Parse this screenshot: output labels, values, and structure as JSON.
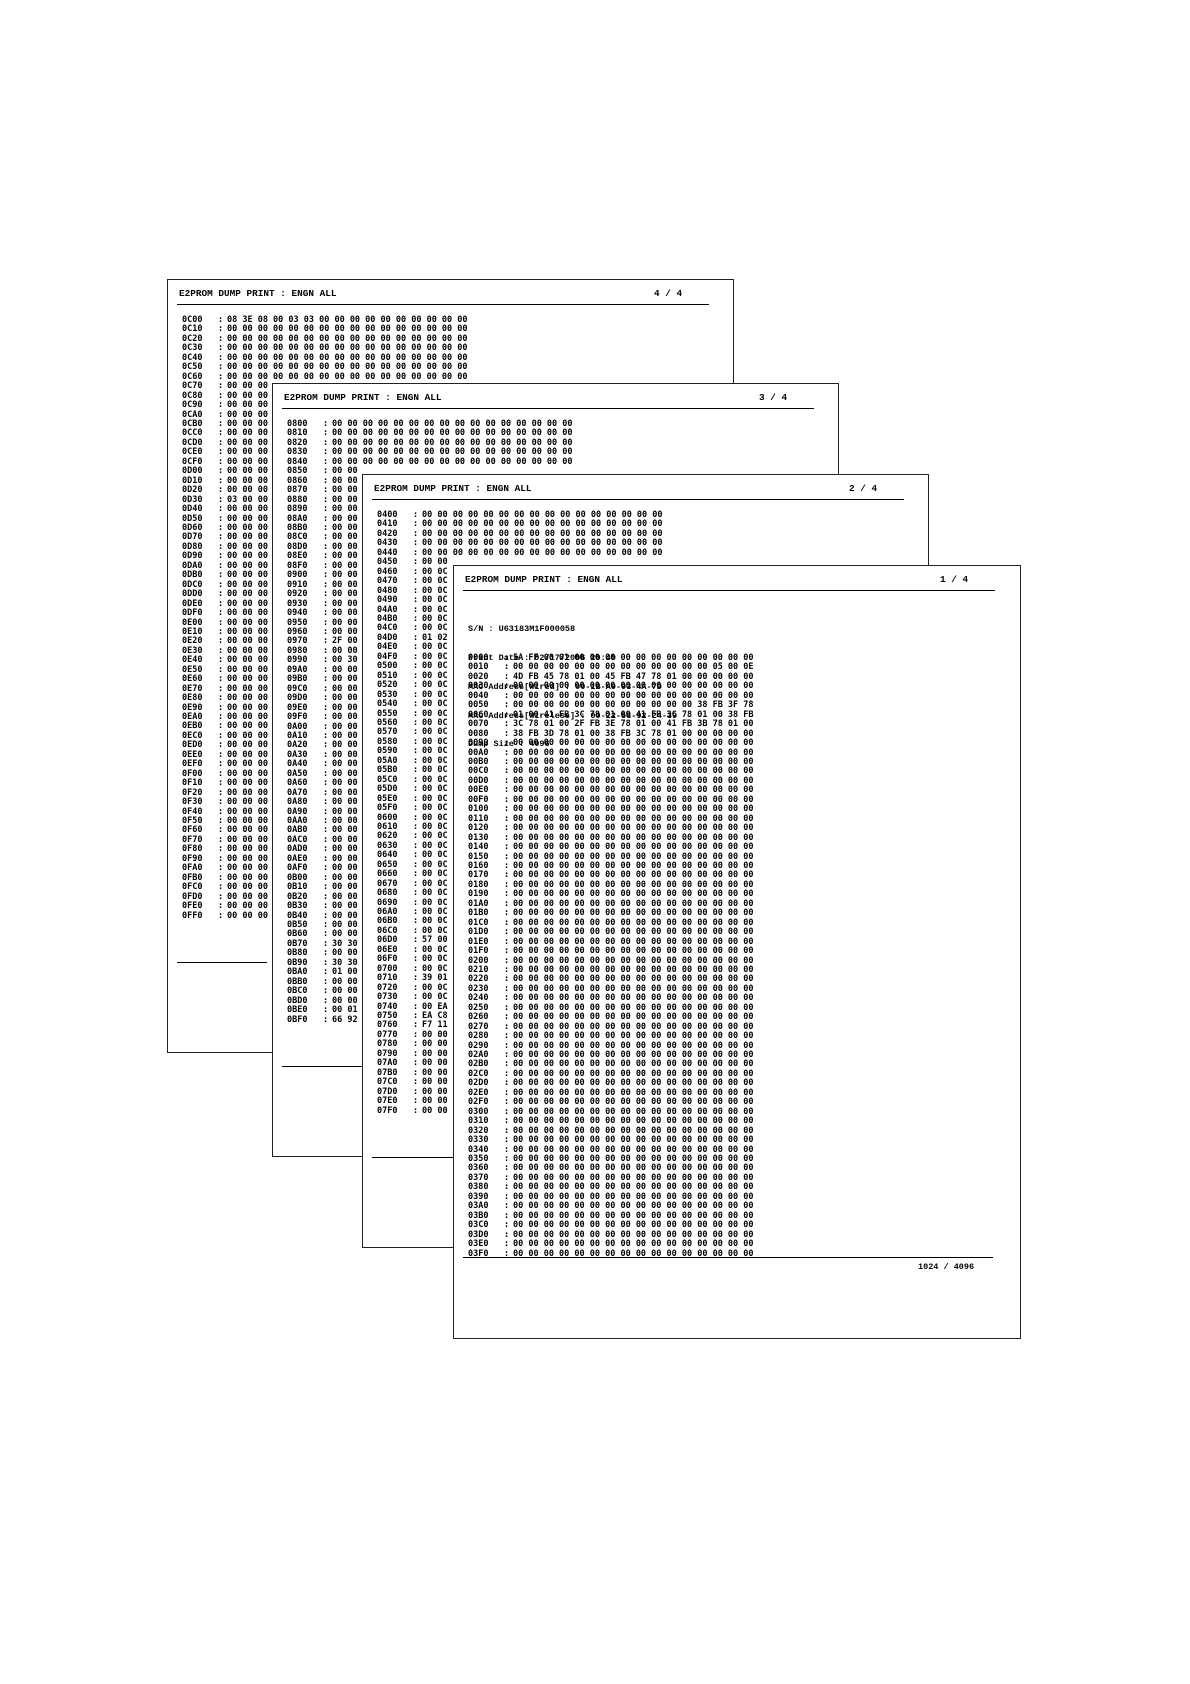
{
  "pages": [
    {
      "id": "sheet-4",
      "title": "E2PROM DUMP PRINT : ENGN ALL",
      "page_no": "4 / 4",
      "rows": [
        [
          "0C00",
          "08 3E 08 00 03 03 00 00 00 00 00 00 00 00 00 00"
        ],
        [
          "0C10",
          "00 00 00 00 00 00 00 00 00 00 00 00 00 00 00 00"
        ],
        [
          "0C20",
          "00 00 00 00 00 00 00 00 00 00 00 00 00 00 00 00"
        ],
        [
          "0C30",
          "00 00 00 00 00 00 00 00 00 00 00 00 00 00 00 00"
        ],
        [
          "0C40",
          "00 00 00 00 00 00 00 00 00 00 00 00 00 00 00 00"
        ],
        [
          "0C50",
          "00 00 00 00 00 00 00 00 00 00 00 00 00 00 00 00"
        ],
        [
          "0C60",
          "00 00 00 00 00 00 00 00 00 00 00 00 00 00 00 00"
        ],
        [
          "0C70",
          "00 00 00"
        ],
        [
          "0C80",
          "00 00 00"
        ],
        [
          "0C90",
          "00 00 00"
        ],
        [
          "0CA0",
          "00 00 00"
        ],
        [
          "0CB0",
          "00 00 00"
        ],
        [
          "0CC0",
          "00 00 00"
        ],
        [
          "0CD0",
          "00 00 00"
        ],
        [
          "0CE0",
          "00 00 00"
        ],
        [
          "0CF0",
          "00 00 00"
        ],
        [
          "0D00",
          "00 00 00"
        ],
        [
          "0D10",
          "00 00 00"
        ],
        [
          "0D20",
          "00 00 00"
        ],
        [
          "0D30",
          "03 00 00"
        ],
        [
          "0D40",
          "00 00 00"
        ],
        [
          "0D50",
          "00 00 00"
        ],
        [
          "0D60",
          "00 00 00"
        ],
        [
          "0D70",
          "00 00 00"
        ],
        [
          "0D80",
          "00 00 00"
        ],
        [
          "0D90",
          "00 00 00"
        ],
        [
          "0DA0",
          "00 00 00"
        ],
        [
          "0DB0",
          "00 00 00"
        ],
        [
          "0DC0",
          "00 00 00"
        ],
        [
          "0DD0",
          "00 00 00"
        ],
        [
          "0DE0",
          "00 00 00"
        ],
        [
          "0DF0",
          "00 00 00"
        ],
        [
          "0E00",
          "00 00 00"
        ],
        [
          "0E10",
          "00 00 00"
        ],
        [
          "0E20",
          "00 00 00"
        ],
        [
          "0E30",
          "00 00 00"
        ],
        [
          "0E40",
          "00 00 00"
        ],
        [
          "0E50",
          "00 00 00"
        ],
        [
          "0E60",
          "00 00 00"
        ],
        [
          "0E70",
          "00 00 00"
        ],
        [
          "0E80",
          "00 00 00"
        ],
        [
          "0E90",
          "00 00 00"
        ],
        [
          "0EA0",
          "00 00 00"
        ],
        [
          "0EB0",
          "00 00 00"
        ],
        [
          "0EC0",
          "00 00 00"
        ],
        [
          "0ED0",
          "00 00 00"
        ],
        [
          "0EE0",
          "00 00 00"
        ],
        [
          "0EF0",
          "00 00 00"
        ],
        [
          "0F00",
          "00 00 00"
        ],
        [
          "0F10",
          "00 00 00"
        ],
        [
          "0F20",
          "00 00 00"
        ],
        [
          "0F30",
          "00 00 00"
        ],
        [
          "0F40",
          "00 00 00"
        ],
        [
          "0F50",
          "00 00 00"
        ],
        [
          "0F60",
          "00 00 00"
        ],
        [
          "0F70",
          "00 00 00"
        ],
        [
          "0F80",
          "00 00 00"
        ],
        [
          "0F90",
          "00 00 00"
        ],
        [
          "0FA0",
          "00 00 00"
        ],
        [
          "0FB0",
          "00 00 00"
        ],
        [
          "0FC0",
          "00 00 00"
        ],
        [
          "0FD0",
          "00 00 00"
        ],
        [
          "0FE0",
          "00 00 00"
        ],
        [
          "0FF0",
          "00 00 00"
        ]
      ]
    },
    {
      "id": "sheet-3",
      "title": "E2PROM DUMP PRINT : ENGN ALL",
      "page_no": "3 / 4",
      "rows": [
        [
          "0800",
          "00 00 00 00 00 00 00 00 00 00 00 00 00 00 00 00"
        ],
        [
          "0810",
          "00 00 00 00 00 00 00 00 00 00 00 00 00 00 00 00"
        ],
        [
          "0820",
          "00 00 00 00 00 00 00 00 00 00 00 00 00 00 00 00"
        ],
        [
          "0830",
          "00 00 00 00 00 00 00 00 00 00 00 00 00 00 00 00"
        ],
        [
          "0840",
          "00 00 00 00 00 00 00 00 00 00 00 00 00 00 00 00"
        ],
        [
          "0850",
          "00 00"
        ],
        [
          "0860",
          "00 00"
        ],
        [
          "0870",
          "00 00"
        ],
        [
          "0880",
          "00 00"
        ],
        [
          "0890",
          "00 00"
        ],
        [
          "08A0",
          "00 00"
        ],
        [
          "08B0",
          "00 00"
        ],
        [
          "08C0",
          "00 00"
        ],
        [
          "08D0",
          "00 00"
        ],
        [
          "08E0",
          "00 00"
        ],
        [
          "08F0",
          "00 00"
        ],
        [
          "0900",
          "00 00"
        ],
        [
          "0910",
          "00 00"
        ],
        [
          "0920",
          "00 00"
        ],
        [
          "0930",
          "00 00"
        ],
        [
          "0940",
          "00 00"
        ],
        [
          "0950",
          "00 00"
        ],
        [
          "0960",
          "00 00"
        ],
        [
          "0970",
          "2F 00"
        ],
        [
          "0980",
          "00 00"
        ],
        [
          "0990",
          "00 30"
        ],
        [
          "09A0",
          "00 00"
        ],
        [
          "09B0",
          "00 00"
        ],
        [
          "09C0",
          "00 00"
        ],
        [
          "09D0",
          "00 00"
        ],
        [
          "09E0",
          "00 00"
        ],
        [
          "09F0",
          "00 00"
        ],
        [
          "0A00",
          "00 00"
        ],
        [
          "0A10",
          "00 00"
        ],
        [
          "0A20",
          "00 00"
        ],
        [
          "0A30",
          "00 00"
        ],
        [
          "0A40",
          "00 00"
        ],
        [
          "0A50",
          "00 00"
        ],
        [
          "0A60",
          "00 00"
        ],
        [
          "0A70",
          "00 00"
        ],
        [
          "0A80",
          "00 00"
        ],
        [
          "0A90",
          "00 00"
        ],
        [
          "0AA0",
          "00 00"
        ],
        [
          "0AB0",
          "00 00"
        ],
        [
          "0AC0",
          "00 00"
        ],
        [
          "0AD0",
          "00 00"
        ],
        [
          "0AE0",
          "00 00"
        ],
        [
          "0AF0",
          "00 00"
        ],
        [
          "0B00",
          "00 00"
        ],
        [
          "0B10",
          "00 00"
        ],
        [
          "0B20",
          "00 00"
        ],
        [
          "0B30",
          "00 00"
        ],
        [
          "0B40",
          "00 00"
        ],
        [
          "0B50",
          "00 00"
        ],
        [
          "0B60",
          "00 00"
        ],
        [
          "0B70",
          "30 30"
        ],
        [
          "0B80",
          "00 00"
        ],
        [
          "0B90",
          "30 30"
        ],
        [
          "0BA0",
          "01 00"
        ],
        [
          "0BB0",
          "00 00"
        ],
        [
          "0BC0",
          "00 00"
        ],
        [
          "0BD0",
          "00 00"
        ],
        [
          "0BE0",
          "00 01"
        ],
        [
          "0BF0",
          "66 92"
        ]
      ]
    },
    {
      "id": "sheet-2",
      "title": "E2PROM DUMP PRINT : ENGN ALL",
      "page_no": "2 / 4",
      "rows": [
        [
          "0400",
          "00 00 00 00 00 00 00 00 00 00 00 00 00 00 00 00"
        ],
        [
          "0410",
          "00 00 00 00 00 00 00 00 00 00 00 00 00 00 00 00"
        ],
        [
          "0420",
          "00 00 00 00 00 00 00 00 00 00 00 00 00 00 00 00"
        ],
        [
          "0430",
          "00 00 00 00 00 00 00 00 00 00 00 00 00 00 00 00"
        ],
        [
          "0440",
          "00 00 00 00 00 00 00 00 00 00 00 00 00 00 00 00"
        ],
        [
          "0450",
          "00 00"
        ],
        [
          "0460",
          "00 0C"
        ],
        [
          "0470",
          "00 0C"
        ],
        [
          "0480",
          "00 0C"
        ],
        [
          "0490",
          "00 0C"
        ],
        [
          "04A0",
          "00 0C"
        ],
        [
          "04B0",
          "00 0C"
        ],
        [
          "04C0",
          "00 0C"
        ],
        [
          "04D0",
          "01 02"
        ],
        [
          "04E0",
          "00 0C"
        ],
        [
          "04F0",
          "00 0C"
        ],
        [
          "0500",
          "00 0C"
        ],
        [
          "0510",
          "00 0C"
        ],
        [
          "0520",
          "00 0C"
        ],
        [
          "0530",
          "00 0C"
        ],
        [
          "0540",
          "00 0C"
        ],
        [
          "0550",
          "00 0C"
        ],
        [
          "0560",
          "00 0C"
        ],
        [
          "0570",
          "00 0C"
        ],
        [
          "0580",
          "00 0C"
        ],
        [
          "0590",
          "00 0C"
        ],
        [
          "05A0",
          "00 0C"
        ],
        [
          "05B0",
          "00 0C"
        ],
        [
          "05C0",
          "00 0C"
        ],
        [
          "05D0",
          "00 0C"
        ],
        [
          "05E0",
          "00 0C"
        ],
        [
          "05F0",
          "00 0C"
        ],
        [
          "0600",
          "00 0C"
        ],
        [
          "0610",
          "00 0C"
        ],
        [
          "0620",
          "00 0C"
        ],
        [
          "0630",
          "00 0C"
        ],
        [
          "0640",
          "00 0C"
        ],
        [
          "0650",
          "00 0C"
        ],
        [
          "0660",
          "00 0C"
        ],
        [
          "0670",
          "00 0C"
        ],
        [
          "0680",
          "00 0C"
        ],
        [
          "0690",
          "00 0C"
        ],
        [
          "06A0",
          "00 0C"
        ],
        [
          "06B0",
          "00 0C"
        ],
        [
          "06C0",
          "00 0C"
        ],
        [
          "06D0",
          "57 00"
        ],
        [
          "06E0",
          "00 0C"
        ],
        [
          "06F0",
          "00 0C"
        ],
        [
          "0700",
          "00 0C"
        ],
        [
          "0710",
          "39 01"
        ],
        [
          "0720",
          "00 0C"
        ],
        [
          "0730",
          "00 0C"
        ],
        [
          "0740",
          "00 EA"
        ],
        [
          "0750",
          "EA C8"
        ],
        [
          "0760",
          "F7 11"
        ],
        [
          "0770",
          "00 00"
        ],
        [
          "0780",
          "00 00"
        ],
        [
          "0790",
          "00 00"
        ],
        [
          "07A0",
          "00 00"
        ],
        [
          "07B0",
          "00 00"
        ],
        [
          "07C0",
          "00 00"
        ],
        [
          "07D0",
          "00 00"
        ],
        [
          "07E0",
          "00 00"
        ],
        [
          "07F0",
          "00 00"
        ]
      ]
    },
    {
      "id": "sheet-1",
      "title": "E2PROM DUMP PRINT : ENGN ALL",
      "page_no": "1 / 4",
      "meta": [
        "S/N : U63183M1F000058",
        "Print Date : 02/17/2006 20:40",
        "MAC Address[Wired] : 00-1B-A9-93-4A-7D",
        "MAC Address[Wireless] : 00-22-58-92-24-39",
        "Dump Size : 4096"
      ],
      "rows": [
        [
          "0000",
          "5A FF 00 01 00 00 00 00 00 00 00 00 00 00 00 00"
        ],
        [
          "0010",
          "00 00 00 00 00 00 00 00 00 00 00 00 00 05 00 0E"
        ],
        [
          "0020",
          "4D FB 45 78 01 00 45 FB 47 78 01 00 00 00 00 00"
        ],
        [
          "0030",
          "00 00 00 00 00 00 00 00 00 00 00 00 00 00 00 00"
        ],
        [
          "0040",
          "00 00 00 00 00 00 00 00 00 00 00 00 00 00 00 00"
        ],
        [
          "0050",
          "00 00 00 00 00 00 00 00 00 00 00 00 38 FB 3F 78"
        ],
        [
          "0060",
          "01 00 41 FB 3C 78 01 00 41 FB 3C 78 01 00 38 FB"
        ],
        [
          "0070",
          "3C 78 01 00 2F FB 3E 78 01 00 41 FB 3B 78 01 00"
        ],
        [
          "0080",
          "38 FB 3D 78 01 00 38 FB 3C 78 01 00 00 00 00 00"
        ],
        [
          "0090",
          "00 00 00 00 00 00 00 00 00 00 00 00 00 00 00 00"
        ],
        [
          "00A0",
          "00 00 00 00 00 00 00 00 00 00 00 00 00 00 00 00"
        ],
        [
          "00B0",
          "00 00 00 00 00 00 00 00 00 00 00 00 00 00 00 00"
        ],
        [
          "00C0",
          "00 00 00 00 00 00 00 00 00 00 00 00 00 00 00 00"
        ],
        [
          "00D0",
          "00 00 00 00 00 00 00 00 00 00 00 00 00 00 00 00"
        ],
        [
          "00E0",
          "00 00 00 00 00 00 00 00 00 00 00 00 00 00 00 00"
        ],
        [
          "00F0",
          "00 00 00 00 00 00 00 00 00 00 00 00 00 00 00 00"
        ],
        [
          "0100",
          "00 00 00 00 00 00 00 00 00 00 00 00 00 00 00 00"
        ],
        [
          "0110",
          "00 00 00 00 00 00 00 00 00 00 00 00 00 00 00 00"
        ],
        [
          "0120",
          "00 00 00 00 00 00 00 00 00 00 00 00 00 00 00 00"
        ],
        [
          "0130",
          "00 00 00 00 00 00 00 00 00 00 00 00 00 00 00 00"
        ],
        [
          "0140",
          "00 00 00 00 00 00 00 00 00 00 00 00 00 00 00 00"
        ],
        [
          "0150",
          "00 00 00 00 00 00 00 00 00 00 00 00 00 00 00 00"
        ],
        [
          "0160",
          "00 00 00 00 00 00 00 00 00 00 00 00 00 00 00 00"
        ],
        [
          "0170",
          "00 00 00 00 00 00 00 00 00 00 00 00 00 00 00 00"
        ],
        [
          "0180",
          "00 00 00 00 00 00 00 00 00 00 00 00 00 00 00 00"
        ],
        [
          "0190",
          "00 00 00 00 00 00 00 00 00 00 00 00 00 00 00 00"
        ],
        [
          "01A0",
          "00 00 00 00 00 00 00 00 00 00 00 00 00 00 00 00"
        ],
        [
          "01B0",
          "00 00 00 00 00 00 00 00 00 00 00 00 00 00 00 00"
        ],
        [
          "01C0",
          "00 00 00 00 00 00 00 00 00 00 00 00 00 00 00 00"
        ],
        [
          "01D0",
          "00 00 00 00 00 00 00 00 00 00 00 00 00 00 00 00"
        ],
        [
          "01E0",
          "00 00 00 00 00 00 00 00 00 00 00 00 00 00 00 00"
        ],
        [
          "01F0",
          "00 00 00 00 00 00 00 00 00 00 00 00 00 00 00 00"
        ],
        [
          "0200",
          "00 00 00 00 00 00 00 00 00 00 00 00 00 00 00 00"
        ],
        [
          "0210",
          "00 00 00 00 00 00 00 00 00 00 00 00 00 00 00 00"
        ],
        [
          "0220",
          "00 00 00 00 00 00 00 00 00 00 00 00 00 00 00 00"
        ],
        [
          "0230",
          "00 00 00 00 00 00 00 00 00 00 00 00 00 00 00 00"
        ],
        [
          "0240",
          "00 00 00 00 00 00 00 00 00 00 00 00 00 00 00 00"
        ],
        [
          "0250",
          "00 00 00 00 00 00 00 00 00 00 00 00 00 00 00 00"
        ],
        [
          "0260",
          "00 00 00 00 00 00 00 00 00 00 00 00 00 00 00 00"
        ],
        [
          "0270",
          "00 00 00 00 00 00 00 00 00 00 00 00 00 00 00 00"
        ],
        [
          "0280",
          "00 00 00 00 00 00 00 00 00 00 00 00 00 00 00 00"
        ],
        [
          "0290",
          "00 00 00 00 00 00 00 00 00 00 00 00 00 00 00 00"
        ],
        [
          "02A0",
          "00 00 00 00 00 00 00 00 00 00 00 00 00 00 00 00"
        ],
        [
          "02B0",
          "00 00 00 00 00 00 00 00 00 00 00 00 00 00 00 00"
        ],
        [
          "02C0",
          "00 00 00 00 00 00 00 00 00 00 00 00 00 00 00 00"
        ],
        [
          "02D0",
          "00 00 00 00 00 00 00 00 00 00 00 00 00 00 00 00"
        ],
        [
          "02E0",
          "00 00 00 00 00 00 00 00 00 00 00 00 00 00 00 00"
        ],
        [
          "02F0",
          "00 00 00 00 00 00 00 00 00 00 00 00 00 00 00 00"
        ],
        [
          "0300",
          "00 00 00 00 00 00 00 00 00 00 00 00 00 00 00 00"
        ],
        [
          "0310",
          "00 00 00 00 00 00 00 00 00 00 00 00 00 00 00 00"
        ],
        [
          "0320",
          "00 00 00 00 00 00 00 00 00 00 00 00 00 00 00 00"
        ],
        [
          "0330",
          "00 00 00 00 00 00 00 00 00 00 00 00 00 00 00 00"
        ],
        [
          "0340",
          "00 00 00 00 00 00 00 00 00 00 00 00 00 00 00 00"
        ],
        [
          "0350",
          "00 00 00 00 00 00 00 00 00 00 00 00 00 00 00 00"
        ],
        [
          "0360",
          "00 00 00 00 00 00 00 00 00 00 00 00 00 00 00 00"
        ],
        [
          "0370",
          "00 00 00 00 00 00 00 00 00 00 00 00 00 00 00 00"
        ],
        [
          "0380",
          "00 00 00 00 00 00 00 00 00 00 00 00 00 00 00 00"
        ],
        [
          "0390",
          "00 00 00 00 00 00 00 00 00 00 00 00 00 00 00 00"
        ],
        [
          "03A0",
          "00 00 00 00 00 00 00 00 00 00 00 00 00 00 00 00"
        ],
        [
          "03B0",
          "00 00 00 00 00 00 00 00 00 00 00 00 00 00 00 00"
        ],
        [
          "03C0",
          "00 00 00 00 00 00 00 00 00 00 00 00 00 00 00 00"
        ],
        [
          "03D0",
          "00 00 00 00 00 00 00 00 00 00 00 00 00 00 00 00"
        ],
        [
          "03E0",
          "00 00 00 00 00 00 00 00 00 00 00 00 00 00 00 00"
        ],
        [
          "03F0",
          "00 00 00 00 00 00 00 00 00 00 00 00 00 00 00 00"
        ]
      ],
      "footer": "1024 / 4096"
    }
  ]
}
